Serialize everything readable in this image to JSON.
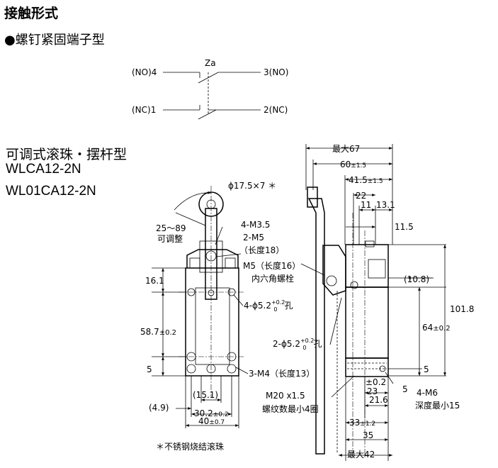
{
  "header": {
    "title": "接触形式",
    "bullet": "●",
    "terminal_type": "螺钉紧固端子型"
  },
  "contact": {
    "za": "Za",
    "no_left": "(NO)4",
    "no_right": "3(NO)",
    "nc_left": "(NC)1",
    "nc_right": "2(NC)"
  },
  "model": {
    "name": "可调式滚珠・摆杆型",
    "code1": "WLCA12-2N",
    "code2": "WL01CA12-2N"
  },
  "front": {
    "roller": "ϕ17.5×7 ＊",
    "angle": "25～89",
    "angle_note": "可调整",
    "screw_m35": "4-M3.5",
    "screw_m5": "2-M5",
    "screw_m5_len": "（长度18）",
    "d161": "16.1",
    "hole": "4-ϕ5.2",
    "hole_tol_up": "+0.2",
    "hole_tol_dn": "0",
    "hole_unit": "孔",
    "d587": "58.7",
    "d587_tol": "±0.2",
    "d5": "5",
    "screw_m4": "3-M4（长度13）",
    "d151": "(15.1)",
    "d49": "(4.9)",
    "d302": "30.2",
    "d302_tol": "±0.2",
    "d40": "40",
    "d40_tol": "±0.7",
    "note": "＊不锈钢烧结滚珠"
  },
  "side": {
    "max67": "最大67",
    "d60": "60",
    "d60_tol": "±1.5",
    "d415": "41.5",
    "d415_tol": "±1.5",
    "d22": "22",
    "d11": "11",
    "d131": "13.1",
    "d115": "11.5",
    "m5_len": "M5（长度16）",
    "hex_bolt": "内六角螺栓",
    "d108": "(10.8)",
    "d1018": "101.8",
    "d64": "64",
    "d64_tol": "±0.2",
    "hole2": "2-ϕ5.2",
    "hole2_tol_up": "+0.2",
    "hole2_tol_dn": "0",
    "hole2_unit": "孔",
    "d5": "5",
    "d5b": "5",
    "tol02": "±0.2",
    "d23": "23",
    "d216": "21.6",
    "m20": "M20 x1.5",
    "thread": "螺纹数最小4圈",
    "m6": "4-M6",
    "depth": "深度最小15",
    "d33": "33",
    "d33_tol": "±1.2",
    "d35": "35",
    "max42": "最大42"
  }
}
